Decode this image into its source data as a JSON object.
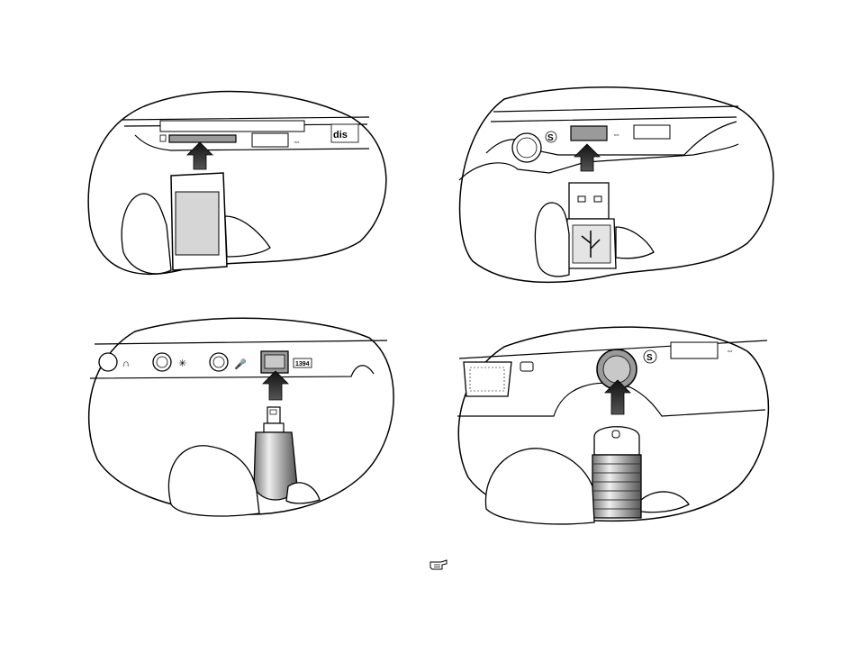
{
  "panels": [
    {
      "id": "card-reader-panel",
      "port_label": "",
      "logo_text": "dis"
    },
    {
      "id": "usb-panel",
      "s_label": "S"
    },
    {
      "id": "firewire-panel",
      "port_label": "1394"
    },
    {
      "id": "svideo-panel",
      "s_label": "S"
    }
  ],
  "icons": {
    "page_icon": "hand-pointer-icon"
  },
  "colors": {
    "outline": "#000000",
    "port_fill": "#9a9a9a",
    "card_fill": "#d6d6d6",
    "arrow_fill": "#2a2a2a",
    "background": "#ffffff"
  }
}
